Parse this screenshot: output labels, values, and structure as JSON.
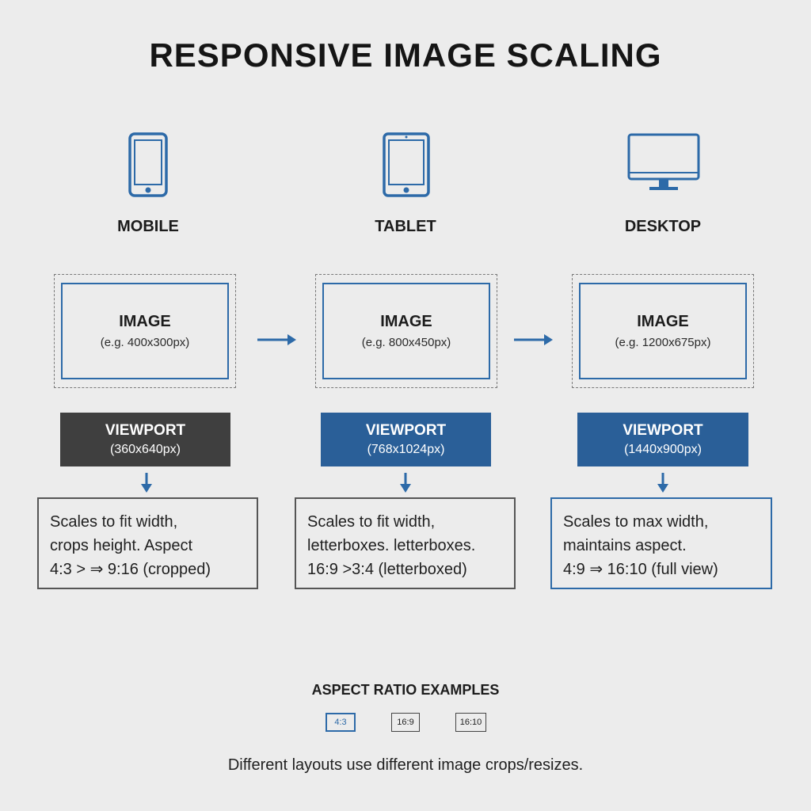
{
  "title": "RESPONSIVE IMAGE SCALING",
  "colors": {
    "accent": "#2d6aa8",
    "dark_box": "#3f3f3f",
    "blue_box": "#2a5f98",
    "background": "#ececec"
  },
  "columns": [
    {
      "icon": "smartphone-icon",
      "label": "MOBILE",
      "image_title": "IMAGE",
      "image_size": "(e.g. 400x300px)",
      "viewport_title": "VIEWPORT",
      "viewport_size": "(360x640px)",
      "desc_lines": [
        "Scales to fit width,",
        "crops height. Aspect",
        "4:3  > ⇒ 9:16 (cropped)"
      ]
    },
    {
      "icon": "tablet-icon",
      "label": "TABLET",
      "image_title": "IMAGE",
      "image_size": "(e.g. 800x450px)",
      "viewport_title": "VIEWPORT",
      "viewport_size": "(768x1024px)",
      "desc_lines": [
        "Scales to fit width,",
        "letterboxes. letterboxes.",
        "16:9 >3:4 (letterboxed)"
      ]
    },
    {
      "icon": "desktop-monitor-icon",
      "label": "DESKTOP",
      "image_title": "IMAGE",
      "image_size": "(e.g. 1200x675px)",
      "viewport_title": "VIEWPORT",
      "viewport_size": "(1440x900px)",
      "desc_lines": [
        "Scales to max width,",
        "maintains aspect.",
        "4:9   ⇒ 16:10 (full view)"
      ]
    }
  ],
  "aspect_section": {
    "title": "ASPECT RATIO EXAMPLES",
    "ratios": [
      "4:3",
      "16:9",
      "16:10"
    ]
  },
  "footer": "Different layouts use different image crops/resizes."
}
